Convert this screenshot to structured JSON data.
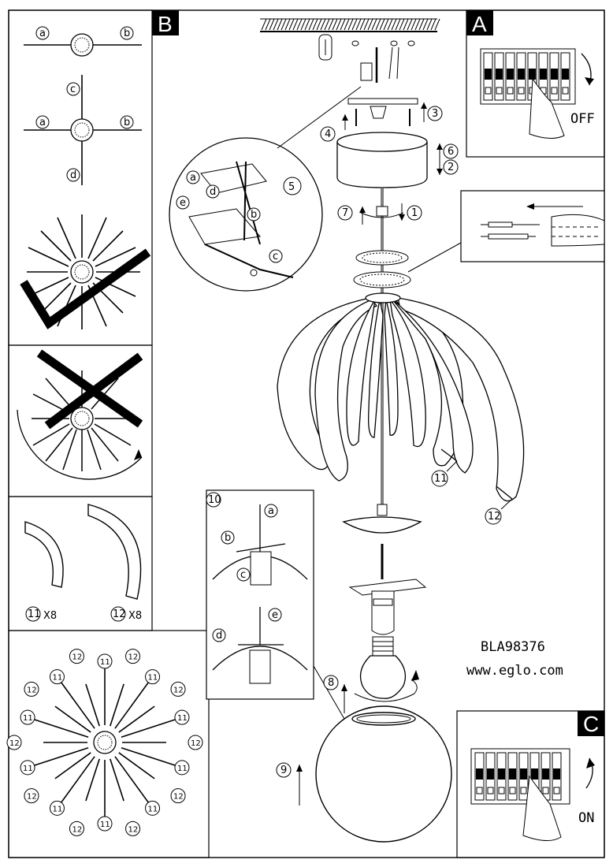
{
  "panels": {
    "B": {
      "label": "B"
    },
    "A": {
      "label": "A",
      "state_text": "OFF"
    },
    "C": {
      "label": "C",
      "state_text": "ON"
    }
  },
  "model": {
    "code": "BLA98376",
    "url": "www.eglo.com"
  },
  "wire_letters": {
    "a": "a",
    "b": "b",
    "c": "c",
    "d": "d",
    "e": "e"
  },
  "step_numbers": [
    "1",
    "2",
    "3",
    "4",
    "5",
    "6",
    "7",
    "8",
    "9",
    "10",
    "11",
    "12"
  ],
  "parts": {
    "p11_count": "X8",
    "p12_count": "X8"
  }
}
